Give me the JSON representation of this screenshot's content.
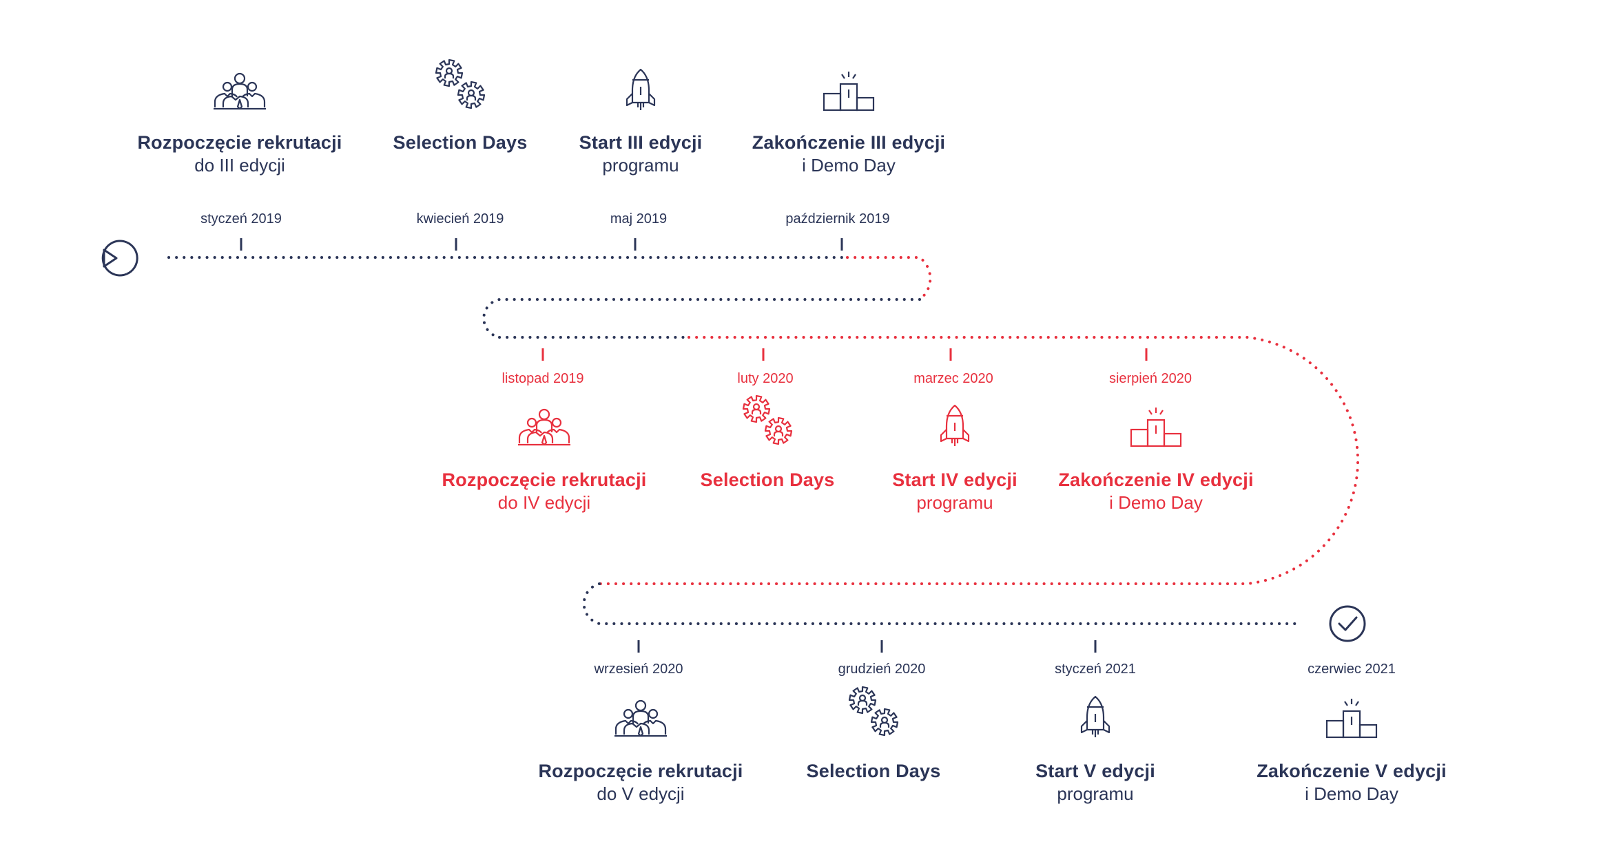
{
  "colors": {
    "navy": "#2b3557",
    "red": "#e8303e"
  },
  "row1": {
    "events": [
      {
        "icon": "team-icon",
        "title": "Rozpoczęcie rekrutacji",
        "subtitle": "do III edycji",
        "date": "styczeń 2019"
      },
      {
        "icon": "gears-icon",
        "title": "Selection Days",
        "subtitle": "",
        "date": "kwiecień 2019"
      },
      {
        "icon": "rocket-icon",
        "title": "Start III edycji",
        "subtitle": "programu",
        "date": "maj 2019"
      },
      {
        "icon": "podium-icon",
        "title": "Zakończenie  III edycji",
        "subtitle": "i  Demo Day",
        "date": "październik 2019"
      }
    ]
  },
  "row2": {
    "events": [
      {
        "icon": "team-icon",
        "title": "Rozpoczęcie rekrutacji",
        "subtitle": "do IV edycji",
        "date": "listopad 2019"
      },
      {
        "icon": "gears-icon",
        "title": "Selection Days",
        "subtitle": "",
        "date": "luty 2020"
      },
      {
        "icon": "rocket-icon",
        "title": "Start  IV edycji",
        "subtitle": "programu",
        "date": "marzec 2020"
      },
      {
        "icon": "podium-icon",
        "title": "Zakończenie  IV edycji",
        "subtitle": "i  Demo Day",
        "date": "sierpień 2020"
      }
    ]
  },
  "row3": {
    "events": [
      {
        "icon": "team-icon",
        "title": "Rozpoczęcie rekrutacji",
        "subtitle": "do V edycji",
        "date": "wrzesień 2020"
      },
      {
        "icon": "gears-icon",
        "title": "Selection Days",
        "subtitle": "",
        "date": "grudzień 2020"
      },
      {
        "icon": "rocket-icon",
        "title": "Start V edycji",
        "subtitle": "programu",
        "date": "styczeń 2021"
      },
      {
        "icon": "podium-icon",
        "title": "Zakończenie V edycji",
        "subtitle": "i Demo Day",
        "date": "czerwiec 2021"
      }
    ]
  },
  "start_icon": "play-icon",
  "end_icon": "check-circle-icon"
}
